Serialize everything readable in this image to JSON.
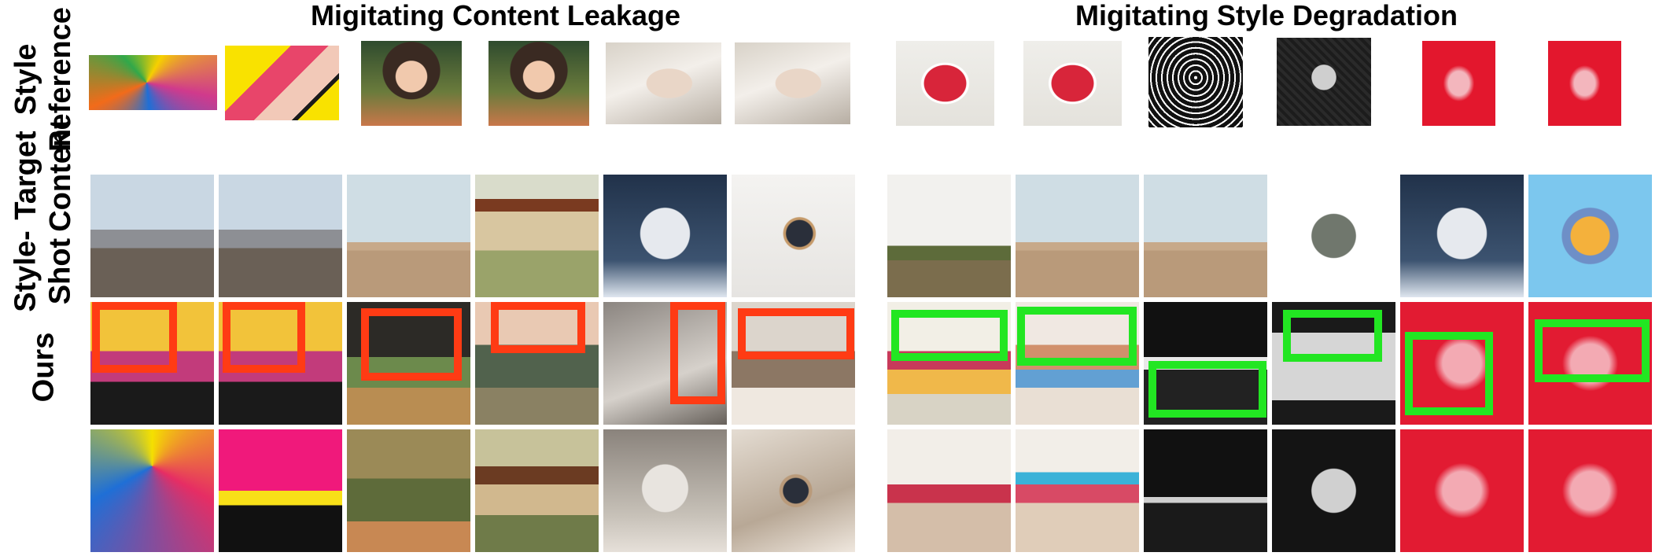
{
  "section_titles": {
    "left": "Migitating Content Leakage",
    "right": "Migitating Style Degradation"
  },
  "row_labels": {
    "style_reference": "Style\nReference",
    "target_content": "Target\nContent",
    "styleshot": "Style-\nShot",
    "ours": "Ours"
  },
  "highlight_colors": {
    "content_leakage": "#ff3b14",
    "style_degradation": "#22e622"
  }
}
